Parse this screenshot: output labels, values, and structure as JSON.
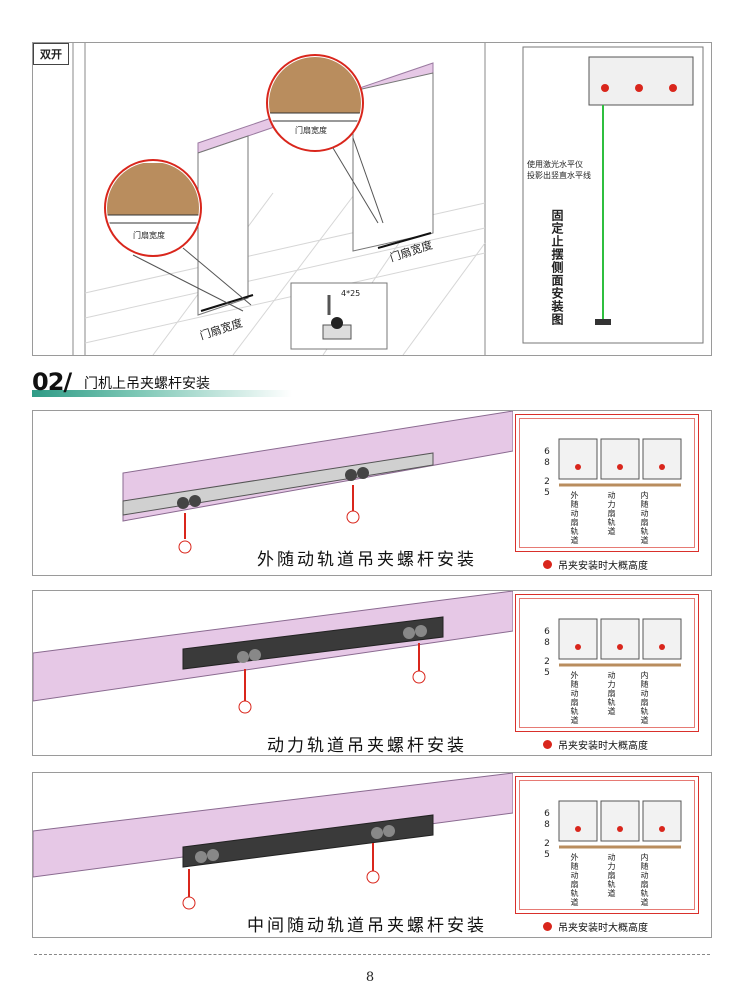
{
  "top_panel": {
    "tag": "双开",
    "door_width_label": "门扇宽度",
    "screw_label": "4*25",
    "laser_note_line1": "使用激光水平仪",
    "laser_note_line2": "投影出竖直水平线",
    "vertical_title": "固定止摆侧面安装图"
  },
  "section": {
    "number": "02/",
    "title": "门机上吊夹螺杆安装"
  },
  "rows": [
    {
      "caption": "外随动轨道吊夹螺杆安装",
      "dim_top": "68",
      "dim_bottom": "25",
      "columns": [
        "外随动扇轨道",
        "动力扇轨道",
        "内随动扇轨道"
      ],
      "legend": "吊夹安装时大概高度"
    },
    {
      "caption": "动力轨道吊夹螺杆安装",
      "dim_top": "68",
      "dim_bottom": "25",
      "columns": [
        "外随动扇轨道",
        "动力扇轨道",
        "内随动扇轨道"
      ],
      "legend": "吊夹安装时大概高度"
    },
    {
      "caption": "中间随动轨道吊夹螺杆安装",
      "dim_top": "68",
      "dim_bottom": "25",
      "columns": [
        "外随动扇轨道",
        "动力扇轨道",
        "内随动扇轨道"
      ],
      "legend": "吊夹安装时大概高度"
    }
  ],
  "page_number": "8",
  "colors": {
    "accent_red": "#d9261c",
    "rail_pink": "#e6c8e6",
    "teal_bar": "#2f9b86",
    "wood": "#b98d5e"
  }
}
